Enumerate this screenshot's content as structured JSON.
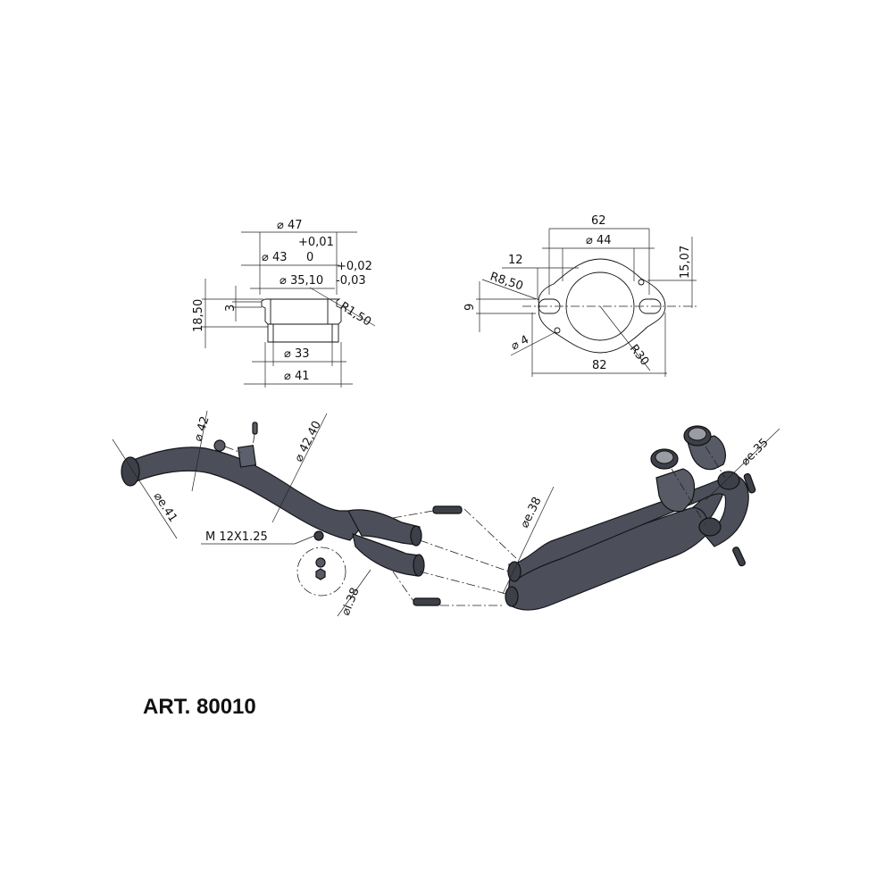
{
  "article": {
    "label": "ART. 80010"
  },
  "colors": {
    "pipe": "#4c4f5a",
    "line": "#111111",
    "background": "#ffffff"
  },
  "ring_drawing": {
    "outer_top": "⌀ 47",
    "tol_top_plus": "+0,01",
    "tol_top_zero": "0",
    "d43": "⌀ 43",
    "tol2_plus": "+0,02",
    "tol2_minus": "-0,03",
    "d35": "⌀ 35,10",
    "radius": "R1,50",
    "height": "18,50",
    "groove": "3",
    "d33": "⌀ 33",
    "d41": "⌀ 41"
  },
  "flange_drawing": {
    "width_62": "62",
    "d44": "⌀ 44",
    "slot_12": "12",
    "r850": "R8,50",
    "offset_9": "9",
    "height_1507": "15,07",
    "hole_4": "⌀ 4",
    "width_82": "82",
    "r30": "R30"
  },
  "assembly": {
    "d42": "⌀ 42",
    "d4240": "⌀ 42,40",
    "de41": "⌀e.41",
    "thread": "M 12X1.25",
    "di38": "⌀i.38",
    "de38": "⌀e.38",
    "de35": "⌀e.35"
  }
}
